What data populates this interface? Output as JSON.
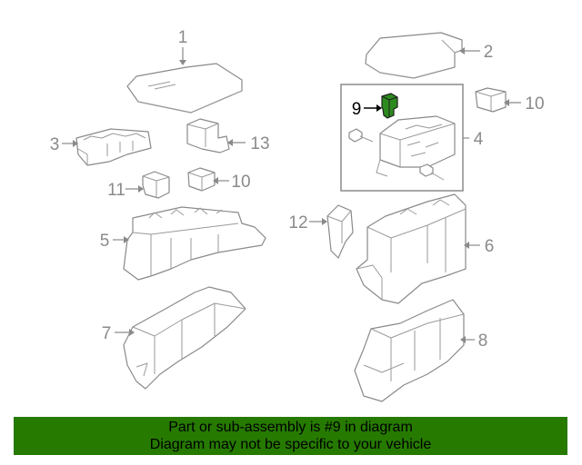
{
  "diagram": {
    "callouts": [
      "1",
      "2",
      "3",
      "4",
      "5",
      "6",
      "7",
      "8",
      "9",
      "10",
      "10",
      "11",
      "12",
      "13"
    ],
    "highlight_part": "9"
  },
  "banner": {
    "line1": "Part or sub-assembly is #9 in diagram",
    "line2": "Diagram may not be specific to your vehicle",
    "color": "#267a00"
  },
  "colors": {
    "outline": "#8a8a8a",
    "highlight_fill": "#2c8a1e",
    "highlight_frame": "#8a8a8a"
  }
}
